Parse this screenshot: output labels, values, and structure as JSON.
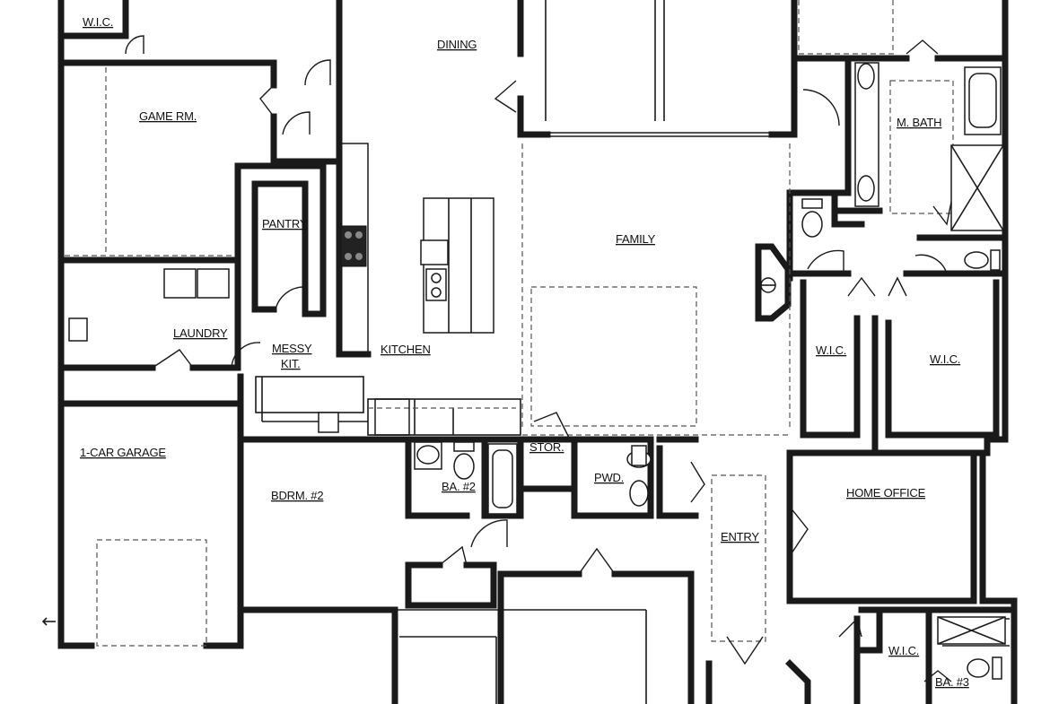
{
  "rooms": {
    "wic_top_left": "W.I.C.",
    "dining": "DINING",
    "game_room": "GAME RM.",
    "pantry": "PANTRY",
    "family": "FAMILY",
    "m_bath": "M. BATH",
    "laundry": "LAUNDRY",
    "messy_kit_line1": "MESSY",
    "messy_kit_line2": "KIT.",
    "kitchen": "KITCHEN",
    "wic_master_left": "W.I.C.",
    "wic_master_right": "W.I.C.",
    "garage": "1-CAR GARAGE",
    "stor": "STOR.",
    "ba2": "BA. #2",
    "pwd": "PWD.",
    "bdrm2": "BDRM. #2",
    "home_office": "HOME OFFICE",
    "entry": "ENTRY",
    "wic_bottom_right": "W.I.C.",
    "ba3": "BA. #3"
  }
}
